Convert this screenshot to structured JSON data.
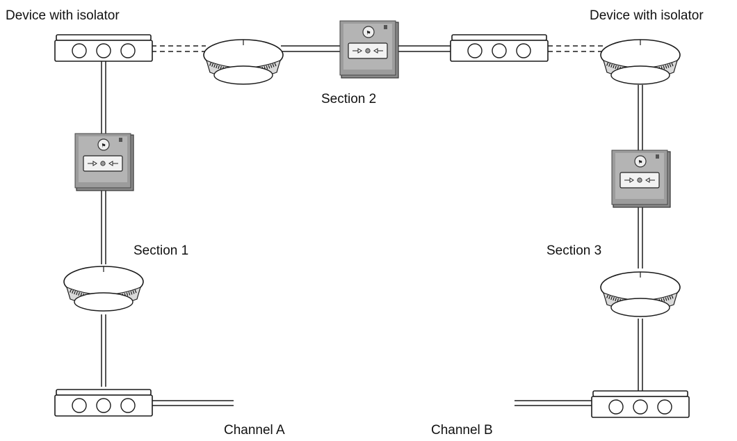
{
  "labels": {
    "device_isolator_left": "Device with isolator",
    "device_isolator_right": "Device with isolator",
    "section_1": "Section 1",
    "section_2": "Section 2",
    "section_3": "Section 3",
    "channel_a": "Channel A",
    "channel_b": "Channel B"
  },
  "colors": {
    "line": "#1a1a1a",
    "call_point_body": "#8a8a8a",
    "call_point_face": "#e6e6e6",
    "box_fill": "#ffffff"
  },
  "icons": {
    "isolator_box": "junction-box-icon",
    "smoke_detector": "smoke-detector-icon",
    "call_point": "manual-call-point-icon"
  }
}
